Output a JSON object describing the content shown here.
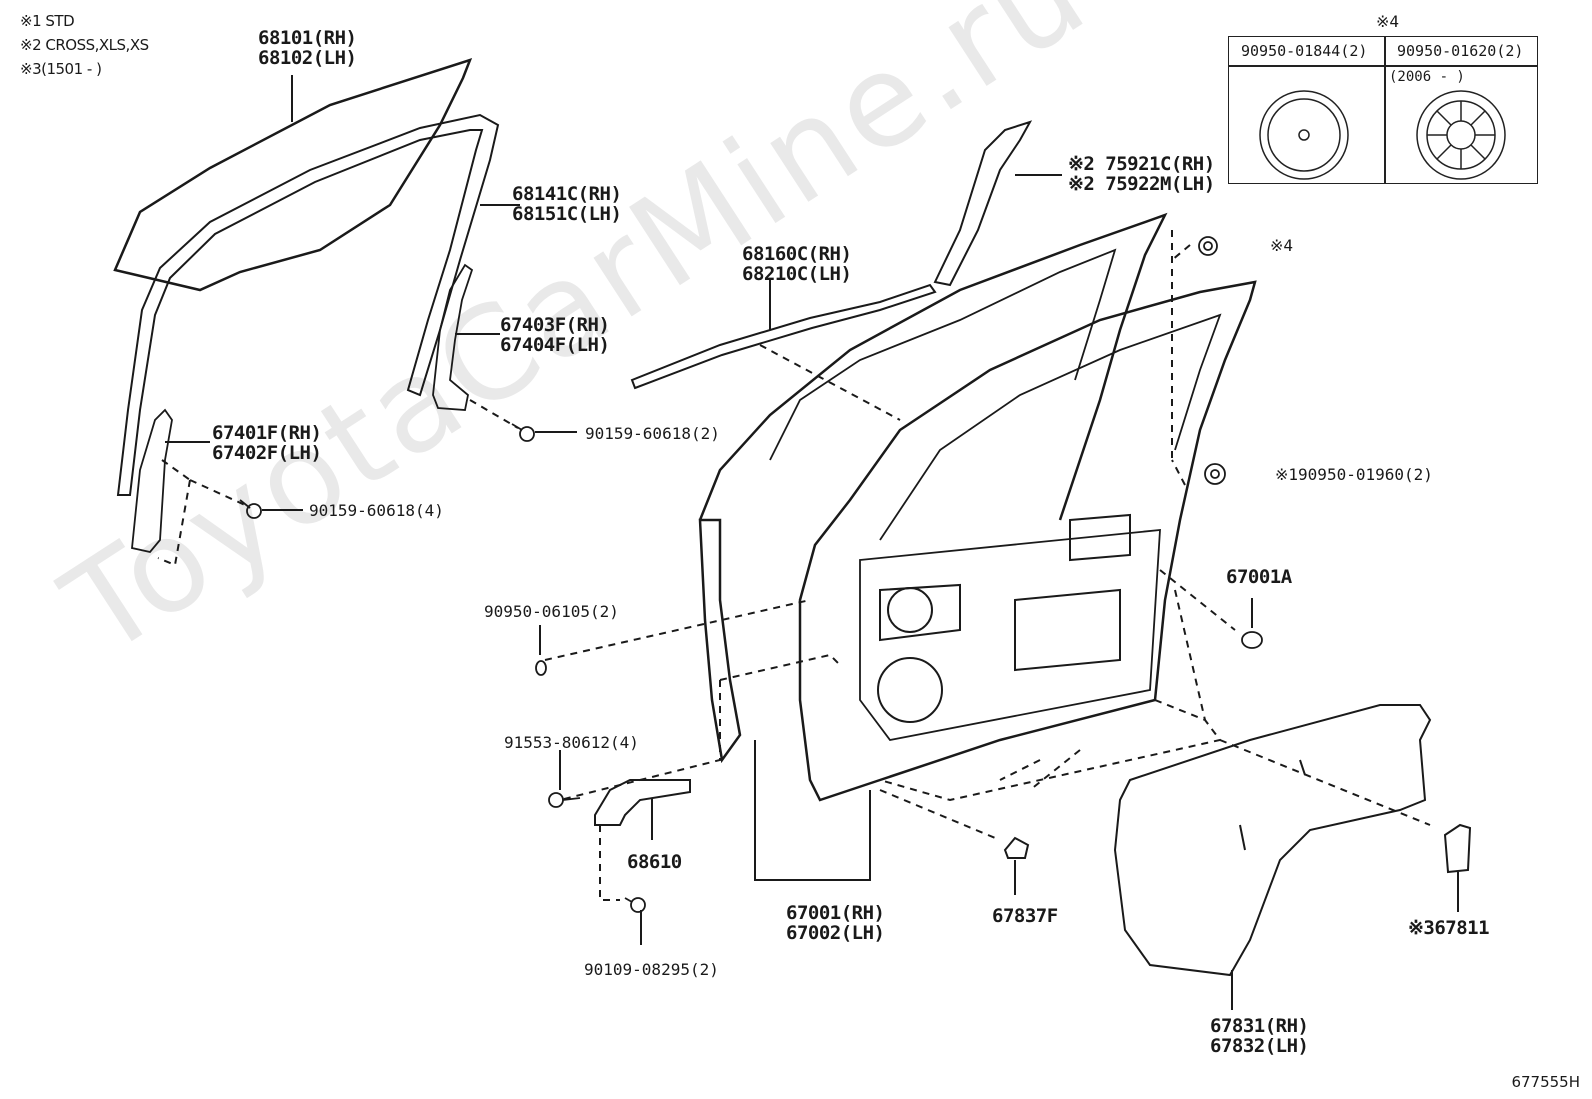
{
  "notes": {
    "n1": "※1 STD",
    "n2": "※2 CROSS,XLS,XS",
    "n3": "※3(1501 -    )"
  },
  "watermark": "ToyotaCarMine.ru",
  "drawing_id": "677555H",
  "ref_table": {
    "title": "※4",
    "col1_part": "90950-01844(2)",
    "col2_part": "90950-01620(2)",
    "col2_note": "(2006 -     )"
  },
  "labels": {
    "glass": [
      "68101(RH)",
      "68102(LH)"
    ],
    "run_channel": [
      "68141C(RH)",
      "68151C(LH)"
    ],
    "rear_channel": [
      "67403F(RH)",
      "67404F(LH)"
    ],
    "front_channel": [
      "67401F(RH)",
      "67402F(LH)"
    ],
    "bolt_4": "90159-60618(4)",
    "bolt_2": "90159-60618(2)",
    "weatherstrip": [
      "68160C(RH)",
      "68210C(LH)"
    ],
    "garnish": [
      "※2 75921C(RH)",
      "※2 75922M(LH)"
    ],
    "plug_ref": "※4",
    "clip": "※190950-01960(2)",
    "cap": "67001A",
    "plug_small": "90950-06105(2)",
    "screw_check": "91553-80612(4)",
    "check_assy": "68610",
    "bolt_check": "90109-08295(2)",
    "door_panel": [
      "67001(RH)",
      "67002(LH)"
    ],
    "clip_trim": "67837F",
    "cover": "※367811",
    "service_hole_cover": [
      "67831(RH)",
      "67832(LH)"
    ]
  }
}
